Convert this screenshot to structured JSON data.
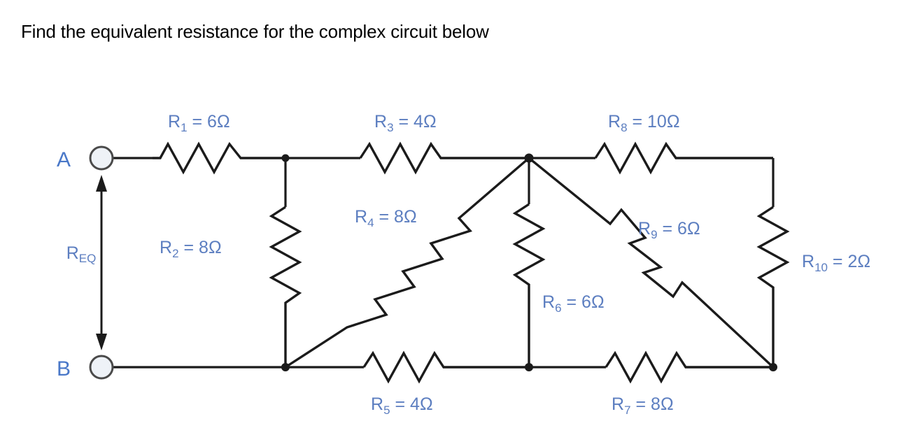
{
  "title": "Find the equivalent resistance for the complex circuit below",
  "terminals": {
    "a_label": "A",
    "b_label": "B",
    "req_prefix": "R",
    "req_subscript": "EQ"
  },
  "units": "Ω",
  "resistors": [
    {
      "id": "R1",
      "name": "R",
      "subscript": "1",
      "eq": " = ",
      "value": "6",
      "unit": "Ω",
      "full": "R₁ = 6Ω",
      "orientation": "horizontal",
      "position": "top-left"
    },
    {
      "id": "R2",
      "name": "R",
      "subscript": "2",
      "eq": " = ",
      "value": "8",
      "unit": "Ω",
      "full": "R₂ = 8Ω",
      "orientation": "vertical",
      "position": "left-middle"
    },
    {
      "id": "R3",
      "name": "R",
      "subscript": "3",
      "eq": " = ",
      "value": "4",
      "unit": "Ω",
      "full": "R₃ = 4Ω",
      "orientation": "horizontal",
      "position": "top-center"
    },
    {
      "id": "R4",
      "name": "R",
      "subscript": "4",
      "eq": " = ",
      "value": "8",
      "unit": "Ω",
      "full": "R₄ = 8Ω",
      "orientation": "diagonal",
      "position": "center-left"
    },
    {
      "id": "R5",
      "name": "R",
      "subscript": "5",
      "eq": " = ",
      "value": "4",
      "unit": "Ω",
      "full": "R₅ = 4Ω",
      "orientation": "horizontal",
      "position": "bottom-center-left"
    },
    {
      "id": "R6",
      "name": "R",
      "subscript": "6",
      "eq": " = ",
      "value": "6",
      "unit": "Ω",
      "full": "R₆ = 6Ω",
      "orientation": "vertical",
      "position": "center"
    },
    {
      "id": "R7",
      "name": "R",
      "subscript": "7",
      "eq": " = ",
      "value": "8",
      "unit": "Ω",
      "full": "R₇ = 8Ω",
      "orientation": "horizontal",
      "position": "bottom-center-right"
    },
    {
      "id": "R8",
      "name": "R",
      "subscript": "8",
      "eq": " = ",
      "value": "10",
      "unit": "Ω",
      "full": "R₈ = 10Ω",
      "orientation": "horizontal",
      "position": "top-right"
    },
    {
      "id": "R9",
      "name": "R",
      "subscript": "9",
      "eq": " = ",
      "value": "6",
      "unit": "Ω",
      "full": "R₉ = 6Ω",
      "orientation": "diagonal",
      "position": "center-right"
    },
    {
      "id": "R10",
      "name": "R",
      "subscript": "10",
      "eq": " = ",
      "value": "2",
      "unit": "Ω",
      "full": "R₁₀ = 2Ω",
      "orientation": "vertical",
      "position": "right"
    }
  ],
  "colors": {
    "label": "#5C7EC0",
    "terminal_label": "#4A78C8",
    "wire": "#1b1b1b",
    "title": "#000000",
    "terminal_fill": "#eef2f7",
    "background": "#ffffff"
  }
}
